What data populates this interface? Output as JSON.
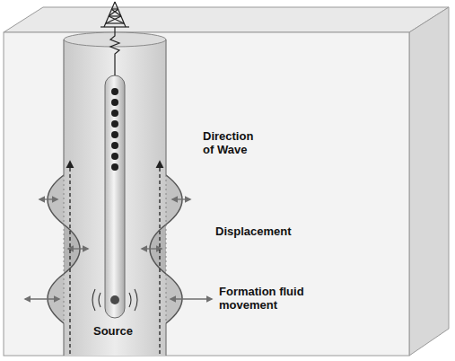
{
  "diagram": {
    "labels": [
      "Direction of Wave",
      "Displacement",
      "Formation fluid movement",
      "Source"
    ]
  }
}
